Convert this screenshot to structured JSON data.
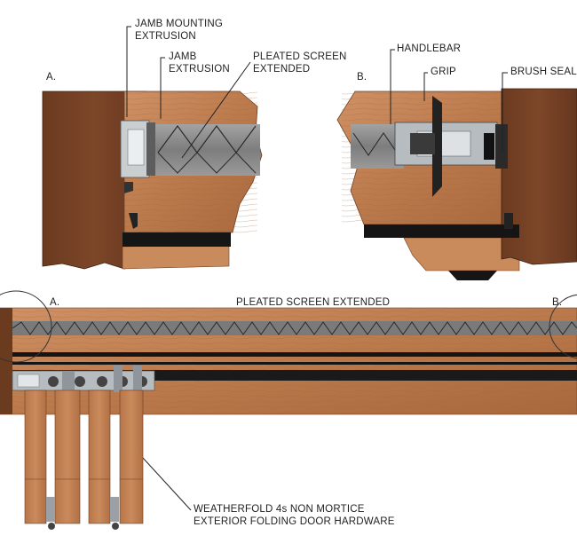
{
  "labels": {
    "detail_a": "A.",
    "detail_b": "B.",
    "jamb_mounting_extrusion": [
      "JAMB MOUNTING",
      "EXTRUSION"
    ],
    "jamb_extrusion": [
      "JAMB",
      "EXTRUSION"
    ],
    "pleated_screen_extended_detail": [
      "PLEATED SCREEN",
      "EXTENDED"
    ],
    "handlebar": "HANDLEBAR",
    "grip": "GRIP",
    "brush_seal": "BRUSH SEAL",
    "pleated_screen_extended": "PLEATED SCREEN EXTENDED",
    "plan_a": "A.",
    "plan_b": "B.",
    "hardware": [
      "WEATHERFOLD 4s NON MORTICE",
      "EXTERIOR FOLDING DOOR HARDWARE"
    ]
  },
  "colors": {
    "wood_light": "#c8875a",
    "wood_mid": "#b06f42",
    "wood_dark": "#7a4426",
    "wood_deep": "#5e321c",
    "black": "#151515",
    "screen_gray": "#8d8d8d",
    "screen_dark": "#555555",
    "metal_light": "#cfd3d6",
    "metal_mid": "#9aa0a5"
  }
}
